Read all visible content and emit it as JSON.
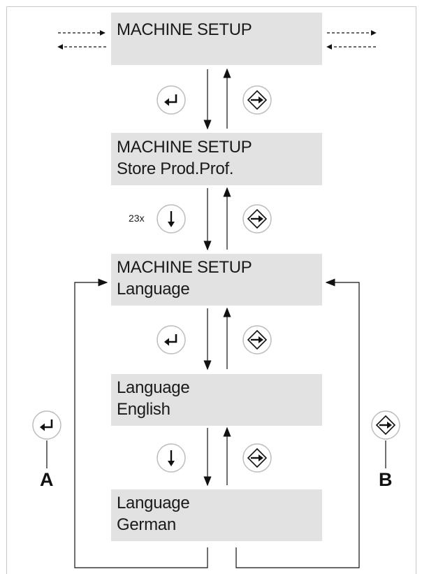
{
  "displays": [
    {
      "line1": "MACHINE SETUP",
      "line2": ""
    },
    {
      "line1": "MACHINE SETUP",
      "line2": "Store Prod.Prof."
    },
    {
      "line1": "MACHINE SETUP",
      "line2": "Language"
    },
    {
      "line1": "Language",
      "line2": "English"
    },
    {
      "line1": "Language",
      "line2": "German"
    }
  ],
  "repeat_count": "23x",
  "labels": {
    "a": "A",
    "b": "B"
  },
  "icons": {
    "enter": "enter-key-icon",
    "escape": "escape-key-icon",
    "down": "down-arrow-key-icon"
  }
}
